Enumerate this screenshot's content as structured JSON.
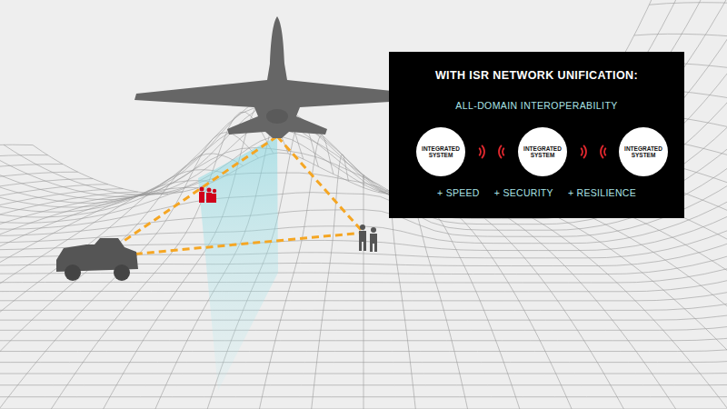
{
  "diagram": {
    "nodes": [
      {
        "text": [
          "WITH ISR NETWORK UNIFICATION:",
          "ALL-DOMAIN INTEROPERABILITY",
          "+ SPEED",
          "+ SECURITY",
          "+ RESILIENCE"
        ]
      },
      {
        "text": [
          "INTEGRATED SYSTEM"
        ],
        "in": 0
      },
      {
        "text": [
          "INTEGRATED SYSTEM"
        ],
        "in": 0
      },
      {
        "text": [
          "INTEGRATED SYSTEM"
        ],
        "in": 0
      }
    ]
  }
}
